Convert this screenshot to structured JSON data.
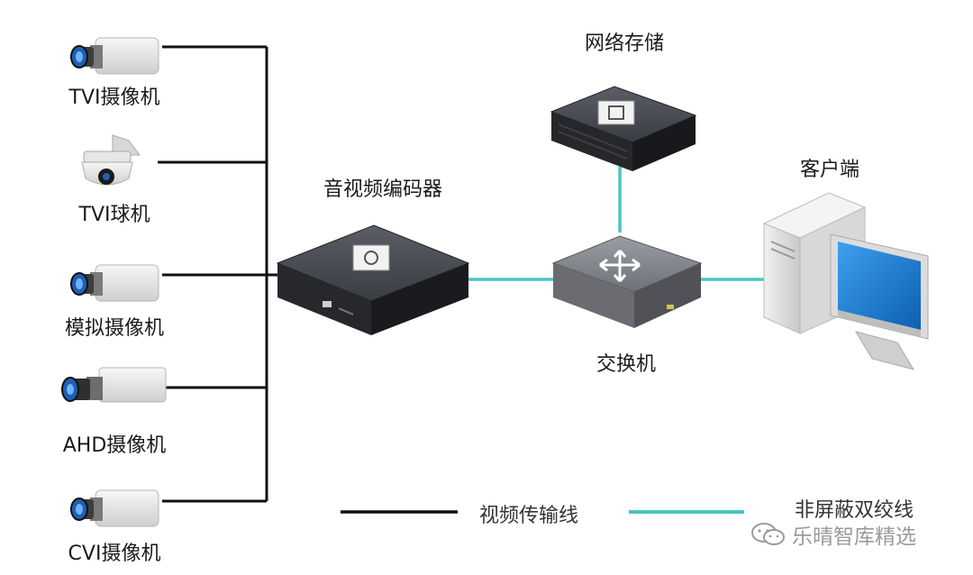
{
  "cameras": [
    {
      "label": "TVI摄像机",
      "kind": "box"
    },
    {
      "label": "TVI球机",
      "kind": "dome"
    },
    {
      "label": "模拟摄像机",
      "kind": "box"
    },
    {
      "label": "AHD摄像机",
      "kind": "box"
    },
    {
      "label": "CVI摄像机",
      "kind": "box"
    }
  ],
  "encoder_label": "音视频编码器",
  "storage_label": "网络存储",
  "switch_label": "交换机",
  "client_label": "客户端",
  "legend": {
    "video_cable": "视频传输线",
    "utp_cable": "非屏蔽双绞线"
  },
  "watermark": "乐晴智库精选",
  "colors": {
    "video_line": "#111111",
    "utp_line": "#49c6c3",
    "device_dark": "#2c2e33",
    "screen": "#1d7fd0",
    "lens": "#1f5fb5"
  }
}
